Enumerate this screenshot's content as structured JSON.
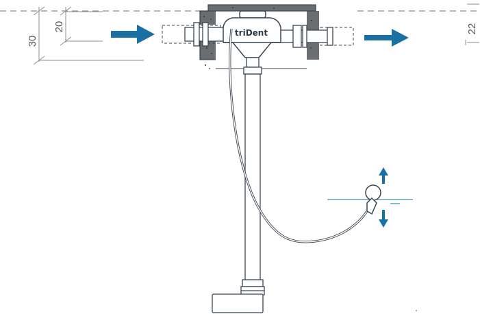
{
  "dimensions": {
    "left_outer": "30",
    "left_inner": "20",
    "right": "22"
  },
  "device": {
    "brand": "triDent"
  },
  "colors": {
    "arrow": "#1a6fa3",
    "outline": "#3a4550",
    "concrete": "#6b6e70",
    "dimension": "#8a8f93"
  },
  "icons": {
    "flow_in": "arrow-right-icon",
    "flow_out": "arrow-right-icon",
    "level_up": "arrow-up-icon",
    "level_down": "arrow-down-icon"
  }
}
